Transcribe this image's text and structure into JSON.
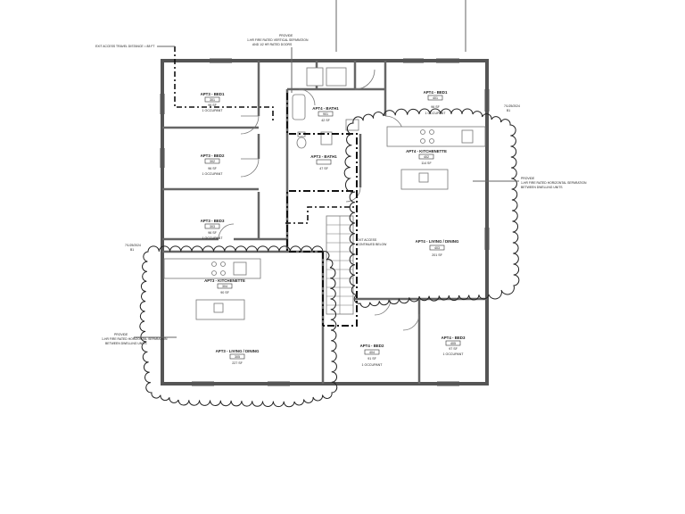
{
  "notes": {
    "exit_travel": "EXIT ACCESS TRAVEL DISTANCE = 88 FT",
    "provide_vertical_1": "PROVIDE",
    "provide_vertical_2": "1-HR FIRE RATED VERTICAL SEPARATION",
    "provide_vertical_3": "AND 1/2 HR RATED DOORS",
    "provide_right_1": "PROVIDE",
    "provide_right_2": "1-HR FIRE RATED HORIZONTAL SEPARATION",
    "provide_right_3": "BETWEEN DWELLING UNITS",
    "provide_left_1": "PROVIDE",
    "provide_left_2": "1-HR FIRE RATED HORIZONTAL SEPARATION",
    "provide_left_3": "BETWEEN DWELLING UNITS",
    "exit_access_1": "EXIT ACCESS",
    "exit_access_2": "CONTINUED BELOW",
    "rev_right_date": "7/1/25/2024",
    "rev_right_tag": "B1",
    "rev_left_date": "7/1/25/2024",
    "rev_left_tag": "B1"
  },
  "rooms": [
    {
      "name": "APT3 - BED1",
      "tag": "301",
      "area": "96 SF",
      "occ": "1 OCCUPANT"
    },
    {
      "name": "APT3 - BED2",
      "tag": "302",
      "area": "96 SF",
      "occ": "1 OCCUPANT"
    },
    {
      "name": "APT3 - BED3",
      "tag": "303",
      "area": "96 SF",
      "occ": "1 OCCUPANT"
    },
    {
      "name": "APT4 - BATH1",
      "tag": "901",
      "area": "42 SF",
      "occ": ""
    },
    {
      "name": "APT3 - BATH1",
      "tag": "",
      "area": "47 SF",
      "occ": ""
    },
    {
      "name": "APT4 - BED1",
      "tag": "401",
      "area": "96 SF",
      "occ": "1 OCCUPANT"
    },
    {
      "name": "APT4 - KITCHENETTE",
      "tag": "402",
      "area": "114 SF",
      "occ": ""
    },
    {
      "name": "APT4 - LIVING / DINING",
      "tag": "403",
      "area": "201 SF",
      "occ": ""
    },
    {
      "name": "APT3 - KITCHENETTE",
      "tag": "304",
      "area": "90 SF",
      "occ": ""
    },
    {
      "name": "APT3 - LIVING / DINING",
      "tag": "305",
      "area": "227 SF",
      "occ": ""
    },
    {
      "name": "APT4 - BED2",
      "tag": "404",
      "area": "91 SF",
      "occ": "1 OCCUPANT"
    },
    {
      "name": "APT4 - BED3",
      "tag": "405",
      "area": "97 SF",
      "occ": "1 OCCUPANT"
    }
  ]
}
